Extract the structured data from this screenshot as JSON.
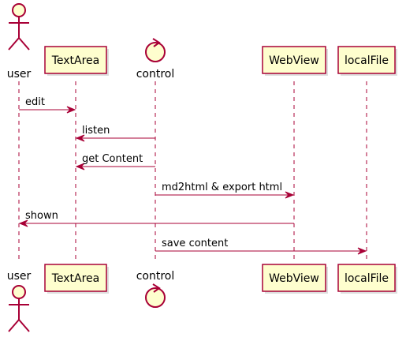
{
  "participants": [
    {
      "id": "user",
      "label": "user",
      "kind": "actor"
    },
    {
      "id": "textarea",
      "label": "TextArea",
      "kind": "box"
    },
    {
      "id": "control",
      "label": "control",
      "kind": "control"
    },
    {
      "id": "webview",
      "label": "WebView",
      "kind": "box"
    },
    {
      "id": "localfile",
      "label": "localFile",
      "kind": "box"
    }
  ],
  "messages": [
    {
      "from": "user",
      "to": "textarea",
      "label": "edit"
    },
    {
      "from": "control",
      "to": "textarea",
      "label": "listen"
    },
    {
      "from": "control",
      "to": "textarea",
      "label": "get Content"
    },
    {
      "from": "control",
      "to": "webview",
      "label": "md2html & export html"
    },
    {
      "from": "webview",
      "to": "user",
      "label": "shown"
    },
    {
      "from": "control",
      "to": "localfile",
      "label": "save content"
    }
  ],
  "colors": {
    "line": "#A80036",
    "participant_fill": "#FEFECE",
    "text": "#000000"
  }
}
